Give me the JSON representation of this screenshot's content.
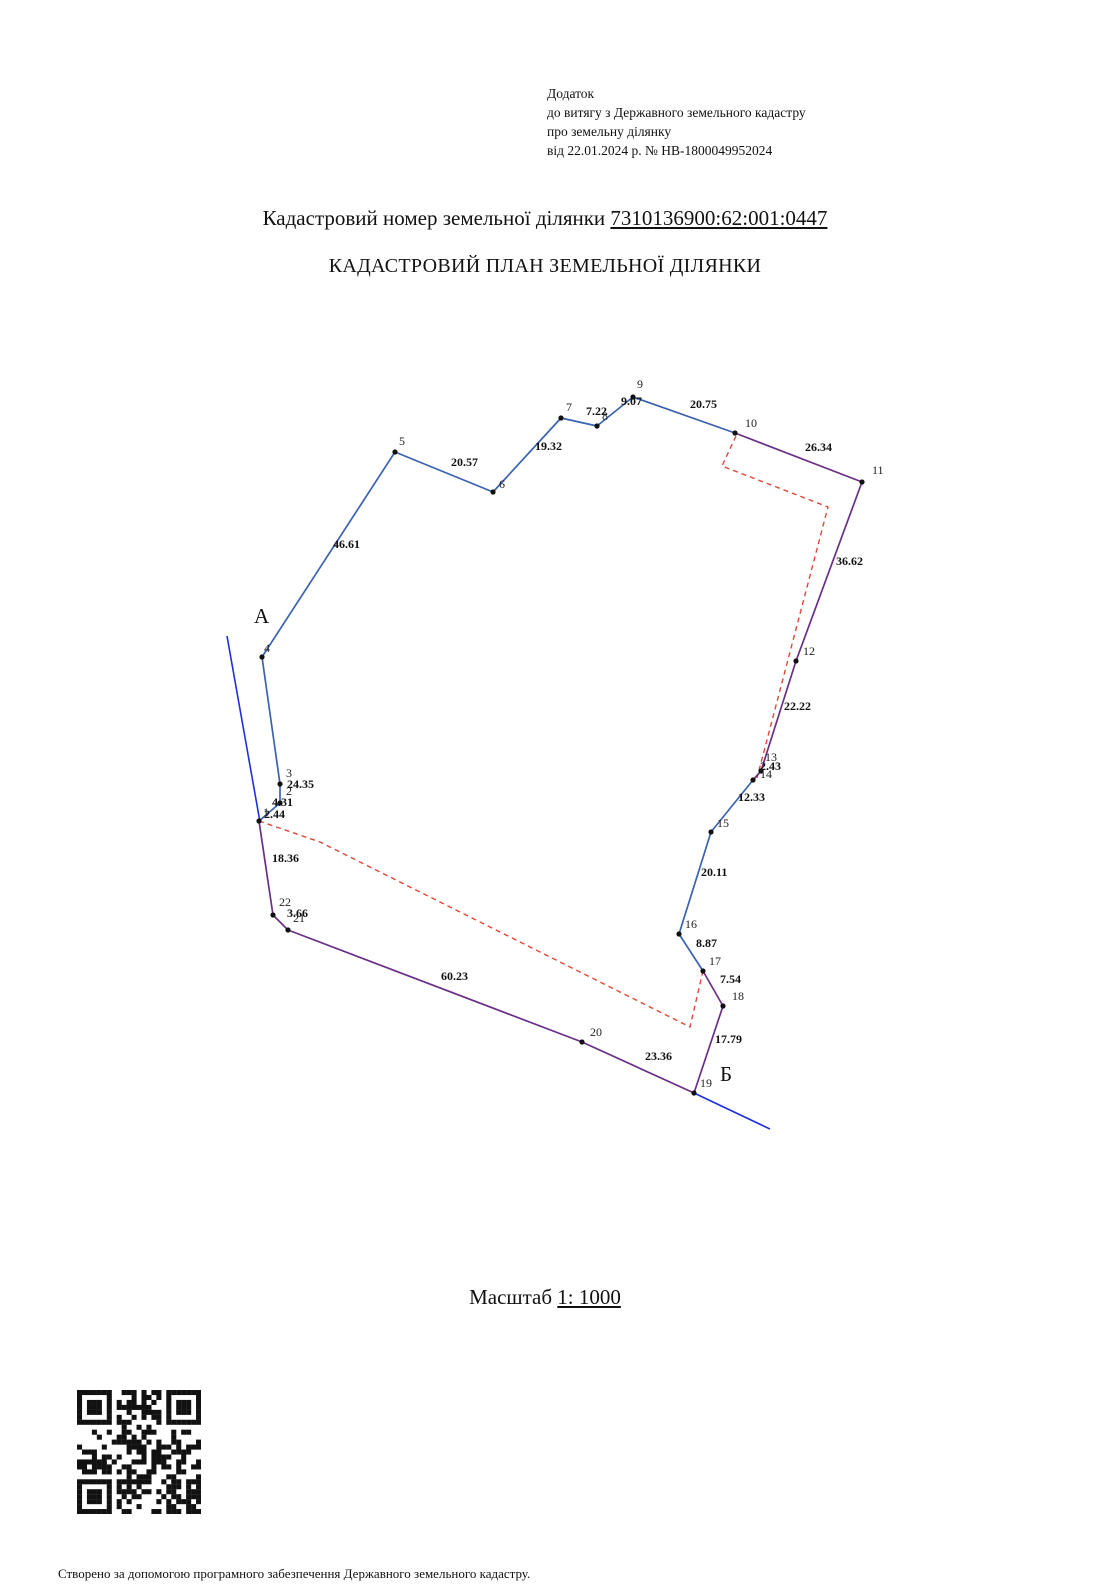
{
  "annex": {
    "line1": "Додаток",
    "line2": "до витягу з Державного земельного кадастру",
    "line3": "про земельну ділянку",
    "line4": "від 22.01.2024 р. № НВ-1800049952024"
  },
  "cadastral": {
    "label": "Кадастровий номер земельної ділянки",
    "number": "7310136900:62:001:0447"
  },
  "title": "КАДАСТРОВИЙ ПЛАН ЗЕМЕЛЬНОЇ ДІЛЯНКИ",
  "scale": {
    "label": "Масштаб",
    "value": "1: 1000"
  },
  "footer": "Створено за допомогою програмного забезпечення Державного земельного кадастру.",
  "colors": {
    "blue_boundary": "#3b62b0",
    "purple_boundary": "#6a2f86",
    "red_dashed": "#e0463a",
    "blue_line": "#1f2fe0"
  },
  "plan": {
    "points": [
      {
        "id": "4",
        "label": "4"
      },
      {
        "id": "5",
        "label": "5"
      },
      {
        "id": "6",
        "label": "6"
      },
      {
        "id": "7",
        "label": "7"
      },
      {
        "id": "8",
        "label": "8"
      },
      {
        "id": "9",
        "label": "9"
      },
      {
        "id": "10",
        "label": "10"
      },
      {
        "id": "11",
        "label": "11"
      },
      {
        "id": "12",
        "label": "12"
      },
      {
        "id": "13",
        "label": "13"
      },
      {
        "id": "14",
        "label": "14"
      },
      {
        "id": "15",
        "label": "15"
      },
      {
        "id": "16",
        "label": "16"
      },
      {
        "id": "17",
        "label": "17"
      },
      {
        "id": "18",
        "label": "18"
      },
      {
        "id": "19",
        "label": "19"
      },
      {
        "id": "20",
        "label": "20"
      },
      {
        "id": "21",
        "label": "21"
      },
      {
        "id": "22",
        "label": "22"
      },
      {
        "id": "1",
        "label": "1"
      },
      {
        "id": "2",
        "label": "2"
      },
      {
        "id": "3",
        "label": "3"
      }
    ],
    "segments": [
      {
        "from": "4",
        "to": "5",
        "length": "46.61",
        "boundary": "blue"
      },
      {
        "from": "5",
        "to": "6",
        "length": "20.57",
        "boundary": "blue"
      },
      {
        "from": "6",
        "to": "7",
        "length": "19.32",
        "boundary": "blue"
      },
      {
        "from": "7",
        "to": "8",
        "length": "7.22",
        "boundary": "blue"
      },
      {
        "from": "8",
        "to": "9",
        "length": "9.07",
        "boundary": "blue"
      },
      {
        "from": "9",
        "to": "10",
        "length": "20.75",
        "boundary": "blue"
      },
      {
        "from": "10",
        "to": "11",
        "length": "26.34",
        "boundary": "purple"
      },
      {
        "from": "11",
        "to": "12",
        "length": "36.62",
        "boundary": "purple"
      },
      {
        "from": "12",
        "to": "13",
        "length": "22.22",
        "boundary": "purple"
      },
      {
        "from": "13",
        "to": "14",
        "length": "2.43",
        "boundary": "purple"
      },
      {
        "from": "14",
        "to": "15",
        "length": "12.33",
        "boundary": "blue"
      },
      {
        "from": "15",
        "to": "16",
        "length": "20.11",
        "boundary": "blue"
      },
      {
        "from": "16",
        "to": "17",
        "length": "8.87",
        "boundary": "blue"
      },
      {
        "from": "17",
        "to": "18",
        "length": "7.54",
        "boundary": "purple"
      },
      {
        "from": "18",
        "to": "19",
        "length": "17.79",
        "boundary": "purple"
      },
      {
        "from": "19",
        "to": "20",
        "length": "23.36",
        "boundary": "purple"
      },
      {
        "from": "20",
        "to": "21",
        "length": "60.23",
        "boundary": "purple"
      },
      {
        "from": "21",
        "to": "22",
        "length": "3.66",
        "boundary": "purple"
      },
      {
        "from": "22",
        "to": "1",
        "length": "18.36",
        "boundary": "purple"
      },
      {
        "from": "1",
        "to": "2",
        "length": "2.44",
        "boundary": "blue"
      },
      {
        "from": "2",
        "to": "3",
        "length": "4.31",
        "boundary": "blue"
      },
      {
        "from": "3",
        "to": "4",
        "length": "24.35",
        "boundary": "blue"
      }
    ],
    "marker_a": "А",
    "marker_b": "Б"
  }
}
